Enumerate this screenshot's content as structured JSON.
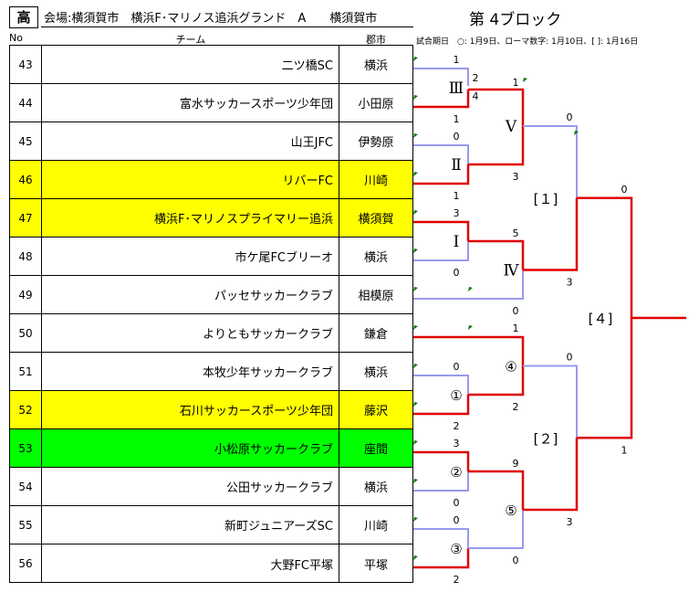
{
  "header": {
    "category": "高",
    "venue": "会場:横須賀市　横浜F･マリノス追浜グランド　A　　横須賀市",
    "block_title": "第 4ブロック",
    "col_no": "No",
    "col_team": "チーム",
    "col_city": "郡市",
    "legend": "試合期日　○: 1月9日、ローマ数字: 1月10日、[ ]: 1月16日"
  },
  "teams": [
    {
      "no": "43",
      "name": "二ツ橋SC",
      "city": "横浜",
      "hl": ""
    },
    {
      "no": "44",
      "name": "富水サッカースポーツ少年団",
      "city": "小田原",
      "hl": ""
    },
    {
      "no": "45",
      "name": "山王JFC",
      "city": "伊勢原",
      "hl": ""
    },
    {
      "no": "46",
      "name": "リバーFC",
      "city": "川崎",
      "hl": "yellow"
    },
    {
      "no": "47",
      "name": "横浜F･マリノスプライマリー追浜",
      "city": "横須賀",
      "hl": "yellow"
    },
    {
      "no": "48",
      "name": "市ケ尾FCブリーオ",
      "city": "横浜",
      "hl": ""
    },
    {
      "no": "49",
      "name": "パッセサッカークラブ",
      "city": "相模原",
      "hl": ""
    },
    {
      "no": "50",
      "name": "よりともサッカークラブ",
      "city": "鎌倉",
      "hl": ""
    },
    {
      "no": "51",
      "name": "本牧少年サッカークラブ",
      "city": "横浜",
      "hl": ""
    },
    {
      "no": "52",
      "name": "石川サッカースポーツ少年団",
      "city": "藤沢",
      "hl": "yellow"
    },
    {
      "no": "53",
      "name": "小松原サッカークラブ",
      "city": "座間",
      "hl": "green"
    },
    {
      "no": "54",
      "name": "公田サッカークラブ",
      "city": "横浜",
      "hl": ""
    },
    {
      "no": "55",
      "name": "新町ジュニアーズSC",
      "city": "川崎",
      "hl": ""
    },
    {
      "no": "56",
      "name": "大野FC平塚",
      "city": "平塚",
      "hl": ""
    }
  ],
  "matches": {
    "r3": {
      "label": "Ⅲ",
      "top": "1",
      "bottom": "1"
    },
    "r2": {
      "label": "Ⅱ",
      "top": "0",
      "bottom": "1"
    },
    "r1": {
      "label": "Ⅰ",
      "top": "3",
      "bottom": "0"
    },
    "c1": {
      "label": "①",
      "top": "0",
      "bottom": "2"
    },
    "c2": {
      "label": "②",
      "top": "3",
      "bottom": "0"
    },
    "c3": {
      "label": "③",
      "top": "0",
      "bottom": "2"
    },
    "r5": {
      "label": "Ⅴ",
      "top": "1",
      "bottom": "3",
      "extra_top": "2",
      "extra_bottom": "4"
    },
    "r4": {
      "label": "Ⅳ",
      "top": "5",
      "bottom": "0"
    },
    "c4": {
      "label": "④",
      "top": "1",
      "bottom": "2"
    },
    "c5": {
      "label": "⑤",
      "top": "9",
      "bottom": "0"
    },
    "b1": {
      "label": "[１]",
      "top": "0",
      "bottom": "3"
    },
    "b2": {
      "label": "[２]",
      "top": "0",
      "bottom": "3"
    },
    "b4": {
      "label": "[４]",
      "top": "0",
      "bottom": "1"
    }
  },
  "colors": {
    "win": "#e00000",
    "lose": "#9999ee",
    "yellow": "#ffff00",
    "green": "#00ff00",
    "mark": "#007a00"
  }
}
